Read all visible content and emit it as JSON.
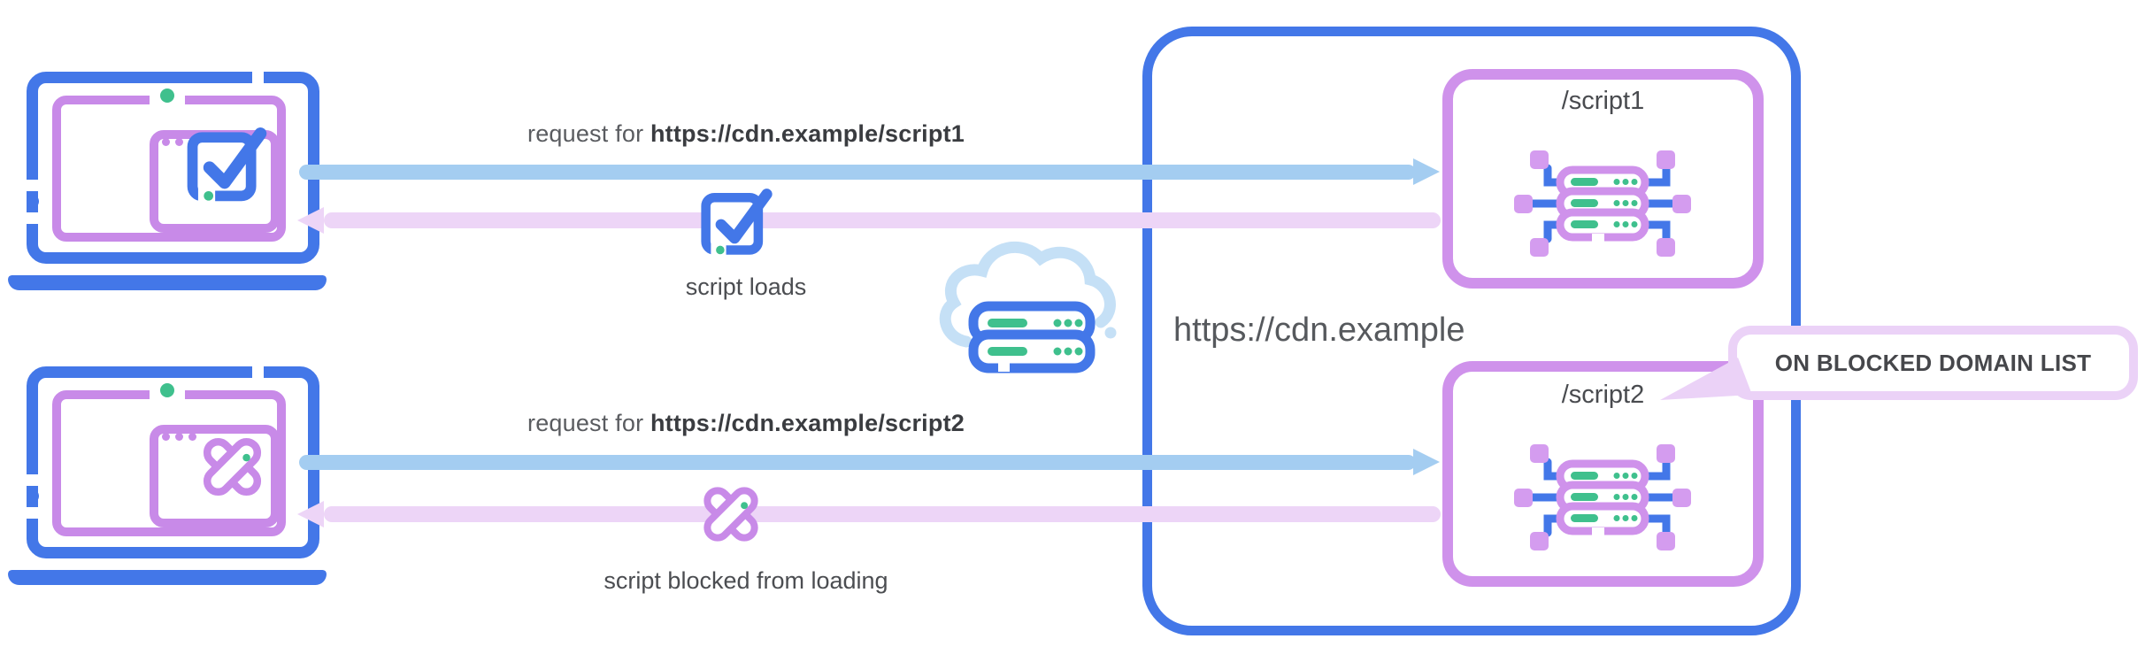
{
  "flows": [
    {
      "request_prefix": "request for ",
      "request_url": "https://cdn.example/script1",
      "result_label": "script loads",
      "result_icon": "checkbox-check-icon"
    },
    {
      "request_prefix": "request for ",
      "request_url": "https://cdn.example/script2",
      "result_label": "script blocked from loading",
      "result_icon": "cross-icon"
    }
  ],
  "cdn": {
    "domain_label": "https://cdn.example",
    "endpoints": [
      {
        "label": "/script1"
      },
      {
        "label": "/script2"
      }
    ]
  },
  "callout": {
    "text": "ON BLOCKED DOMAIN LIST"
  },
  "icons": {
    "client_allowed": "laptop-checkbox-icon",
    "client_blocked": "laptop-cross-icon",
    "network": "cloud-server-icon",
    "endpoint": "server-cluster-icon"
  },
  "colors": {
    "blue": "#4377E8",
    "light_blue_arrow": "#A4CDF1",
    "purple": "#C88AE8",
    "box_purple": "#CF92EB",
    "light_purple_arrow": "#EDD5F7",
    "callout_lavender": "#EBD2F7",
    "green": "#3FC08D",
    "cloud_blue": "#C5E0F6",
    "text_gray": "#5A5C60",
    "text_dark": "#3A3C40"
  }
}
